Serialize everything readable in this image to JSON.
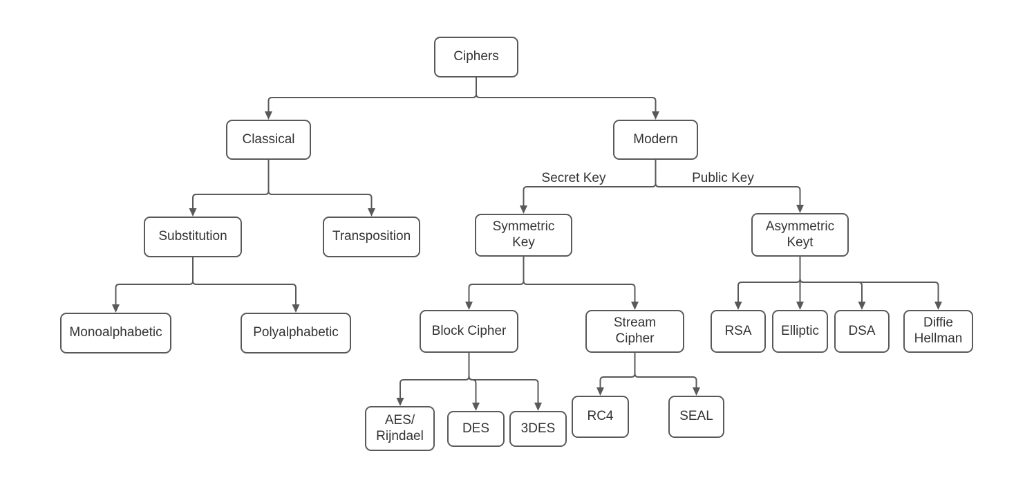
{
  "diagram": {
    "type": "tree",
    "colors": {
      "line": "#595959",
      "box_border": "#595959",
      "box_fill": "#ffffff",
      "text": "#333333",
      "background": "#ffffff"
    },
    "nodes": {
      "ciphers": {
        "label": "Ciphers"
      },
      "classical": {
        "label": "Classical"
      },
      "modern": {
        "label": "Modern"
      },
      "substitution": {
        "label": "Substitution"
      },
      "transposition": {
        "label": "Transposition"
      },
      "symmetric_key": {
        "label": "Symmetric\nKey"
      },
      "asymmetric_key": {
        "label": "Asymmetric\nKeyt"
      },
      "monoalphabetic": {
        "label": "Monoalphabetic"
      },
      "polyalphabetic": {
        "label": "Polyalphabetic"
      },
      "block_cipher": {
        "label": "Block Cipher"
      },
      "stream_cipher": {
        "label": "Stream\nCipher"
      },
      "rsa": {
        "label": "RSA"
      },
      "elliptic": {
        "label": "Elliptic"
      },
      "dsa": {
        "label": "DSA"
      },
      "diffie_hellman": {
        "label": "Diffie\nHellman"
      },
      "aes_rijndael": {
        "label": "AES/\nRijndael"
      },
      "des": {
        "label": "DES"
      },
      "triple_des": {
        "label": "3DES"
      },
      "rc4": {
        "label": "RC4"
      },
      "seal": {
        "label": "SEAL"
      }
    },
    "edges": [
      {
        "from": "ciphers",
        "to": "classical",
        "label": ""
      },
      {
        "from": "ciphers",
        "to": "modern",
        "label": ""
      },
      {
        "from": "classical",
        "to": "substitution",
        "label": ""
      },
      {
        "from": "classical",
        "to": "transposition",
        "label": ""
      },
      {
        "from": "modern",
        "to": "symmetric_key",
        "label": "Secret Key"
      },
      {
        "from": "modern",
        "to": "asymmetric_key",
        "label": "Public Key"
      },
      {
        "from": "substitution",
        "to": "monoalphabetic",
        "label": ""
      },
      {
        "from": "substitution",
        "to": "polyalphabetic",
        "label": ""
      },
      {
        "from": "symmetric_key",
        "to": "block_cipher",
        "label": ""
      },
      {
        "from": "symmetric_key",
        "to": "stream_cipher",
        "label": ""
      },
      {
        "from": "asymmetric_key",
        "to": "rsa",
        "label": ""
      },
      {
        "from": "asymmetric_key",
        "to": "elliptic",
        "label": ""
      },
      {
        "from": "asymmetric_key",
        "to": "dsa",
        "label": ""
      },
      {
        "from": "asymmetric_key",
        "to": "diffie_hellman",
        "label": ""
      },
      {
        "from": "block_cipher",
        "to": "aes_rijndael",
        "label": ""
      },
      {
        "from": "block_cipher",
        "to": "des",
        "label": ""
      },
      {
        "from": "block_cipher",
        "to": "triple_des",
        "label": ""
      },
      {
        "from": "stream_cipher",
        "to": "rc4",
        "label": ""
      },
      {
        "from": "stream_cipher",
        "to": "seal",
        "label": ""
      }
    ]
  }
}
